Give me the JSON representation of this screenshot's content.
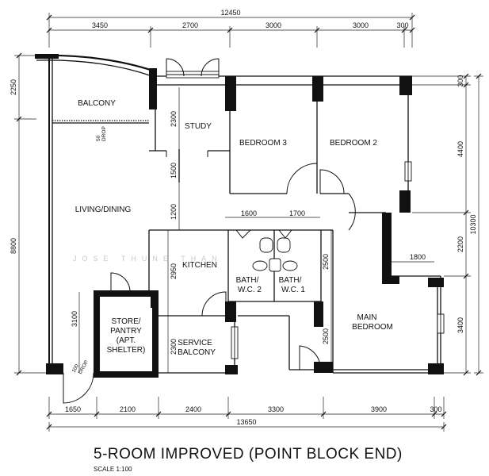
{
  "title": "5-ROOM IMPROVED (POINT BLOCK END)",
  "scale_label": "SCALE  1:100",
  "watermark": "JOSE          THUNE THAN",
  "rooms": {
    "balcony": "BALCONY",
    "study": "STUDY",
    "bedroom3": "BEDROOM 3",
    "bedroom2": "BEDROOM 2",
    "living": "LIVING/DINING",
    "kitchen": "KITCHEN",
    "bath2_a": "BATH/",
    "bath2_b": "W.C. 2",
    "bath1_a": "BATH/",
    "bath1_b": "W.C. 1",
    "store_a": "STORE/",
    "store_b": "PANTRY",
    "store_c": "(APT.",
    "store_d": "SHELTER)",
    "service_a": "SERVICE",
    "service_b": "BALCONY",
    "master_a": "MAIN",
    "master_b": "BEDROOM"
  },
  "drops": {
    "drop1_a": "50",
    "drop1_b": "DROP",
    "drop2_a": "100",
    "drop2_b": "DROP"
  },
  "dims": {
    "top_total": "12450",
    "top_1": "3450",
    "top_2": "2700",
    "top_3": "3000",
    "top_4": "3000",
    "top_5": "300",
    "bottom_total": "13650",
    "bottom_1": "1650",
    "bottom_2": "2100",
    "bottom_3": "2400",
    "bottom_4": "3300",
    "bottom_5": "3900",
    "bottom_6": "300",
    "left_1": "2250",
    "left_2": "8800",
    "right_1": "300",
    "right_2": "4400",
    "right_3": "2200",
    "right_4": "3400",
    "right_total": "10300",
    "int_2300a": "2300",
    "int_1500": "1500",
    "int_1200": "1200",
    "int_2950": "2950",
    "int_3100": "3100",
    "int_2300b": "2300",
    "int_1600": "1600",
    "int_1700": "1700",
    "int_2500a": "2500",
    "int_2500b": "2500",
    "int_1800": "1800"
  }
}
